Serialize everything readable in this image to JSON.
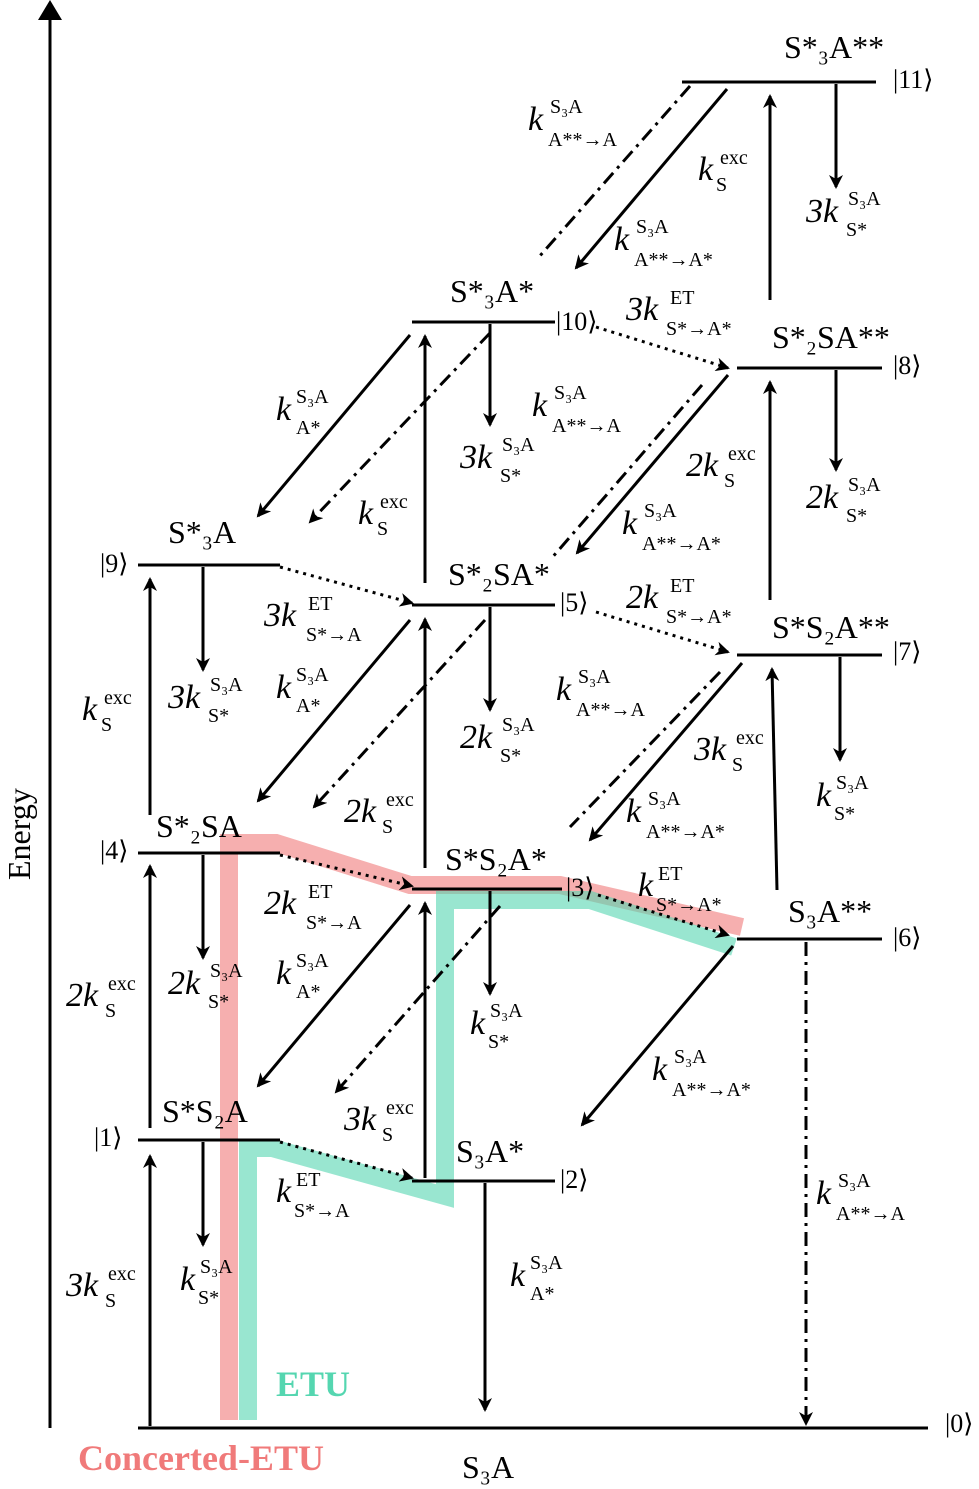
{
  "axis": {
    "ylabel": "Energy"
  },
  "legend": {
    "etu": "ETU",
    "cetu": "Concerted-ETU",
    "etu_color": "#55d6b0",
    "cetu_color": "#f07a7a"
  },
  "kets": {
    "k0": "|0⟩",
    "k1": "|1⟩",
    "k2": "|2⟩",
    "k3": "|3⟩",
    "k4": "|4⟩",
    "k5": "|5⟩",
    "k6": "|6⟩",
    "k7": "|7⟩",
    "k8": "|8⟩",
    "k9": "|9⟩",
    "k10": "|10⟩",
    "k11": "|11⟩"
  },
  "states": {
    "s0": "S₃A",
    "s1": "S*S₂A",
    "s2": "S₃A*",
    "s3": "S*S₂A*",
    "s4": "S*₂SA",
    "s5": "S*₂SA*",
    "s6": "S₃A**",
    "s7": "S*S₂A**",
    "s8": "S*₂SA**",
    "s9": "S*₃A",
    "s10": "S*₃A*",
    "s11": "S*₃A**"
  },
  "rates": {
    "k_exc": "k",
    "exc_sup": "exc",
    "exc_sub": "S",
    "k_et": "k",
    "et_sup": "ET",
    "et_sub": "S*→A",
    "et_sub_s": "S*→A*",
    "k_decay_s": "k",
    "decay_s_sup": "S₃A",
    "decay_s_sub": "S*",
    "decay_a_sub": "A*",
    "decay_aa_sub": "A**→A*",
    "decay_aa0_sub": "A**→A",
    "c2": "2",
    "c3": "3"
  }
}
